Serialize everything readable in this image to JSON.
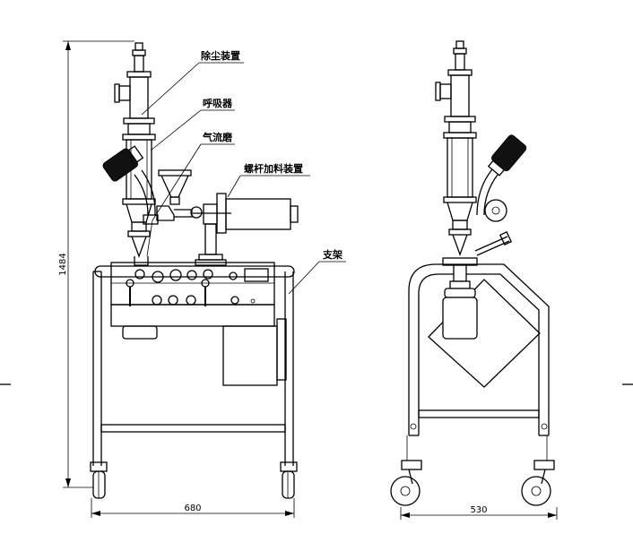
{
  "labels": {
    "dust_removal": "除尘装置",
    "breather": "呼吸器",
    "jet_mill": "气流磨",
    "screw_feeder": "螺杆加料装置",
    "stand": "支架"
  },
  "dimensions": {
    "height": "1484",
    "front_width": "680",
    "side_width": "530"
  }
}
